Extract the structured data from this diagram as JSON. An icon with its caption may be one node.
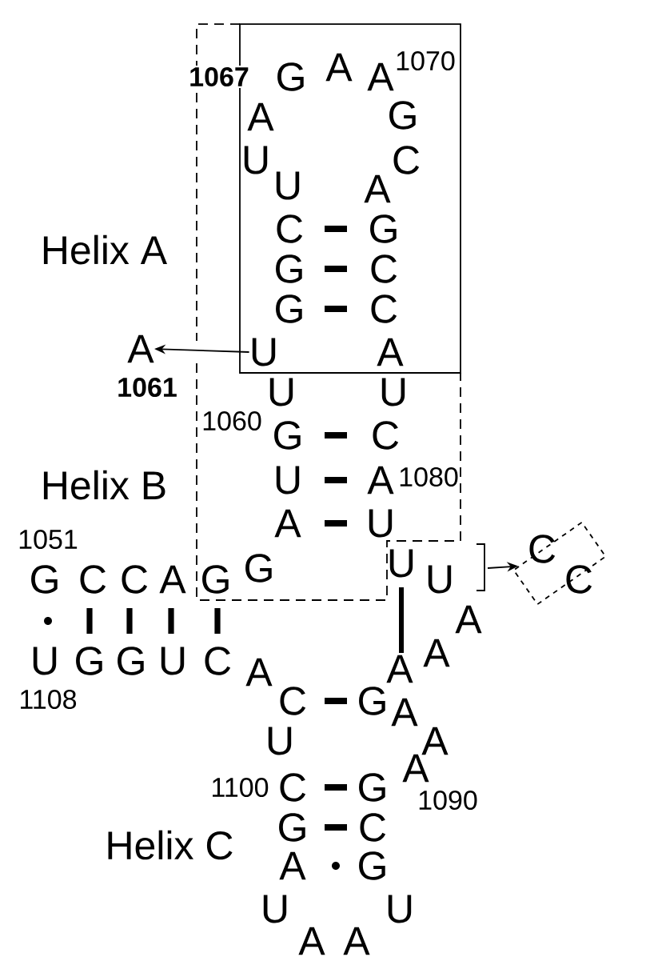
{
  "diagram": {
    "nodes": [
      {
        "text": [],
        "shape": "box",
        "in": 1
      },
      {
        "text": [],
        "shape": "box"
      },
      {
        "text": [
          "U"
        ],
        "in": 0
      },
      {
        "text": [
          "A"
        ],
        "beside": [
          "1061"
        ]
      },
      {
        "text": [
          "C",
          "C"
        ]
      }
    ],
    "edges": [
      {
        "from": 2,
        "to": 3,
        "arrow": "to"
      },
      {
        "from": null,
        "to": 4,
        "arrow": "to"
      }
    ],
    "labels": [
      "1067",
      "G",
      "A",
      "A",
      "1070",
      "A",
      "G",
      "U",
      "C",
      "U",
      "A",
      "Helix A",
      "C",
      "G",
      "G",
      "C",
      "G",
      "C",
      "A",
      "U",
      "U",
      "1060",
      "G",
      "C",
      "Helix B",
      "U",
      "A",
      "1080",
      "A",
      "U",
      "1051",
      "G",
      "C",
      "C",
      "A",
      "G",
      "G",
      "U",
      "U",
      "A",
      "U",
      "G",
      "G",
      "U",
      "C",
      "A",
      "1108",
      "A",
      "A",
      "C",
      "G",
      "A",
      "U",
      "A",
      "1100",
      "C",
      "G",
      "A",
      "1090",
      "Helix C",
      "G",
      "C",
      "A",
      "G",
      "U",
      "U",
      "A",
      "A"
    ]
  }
}
